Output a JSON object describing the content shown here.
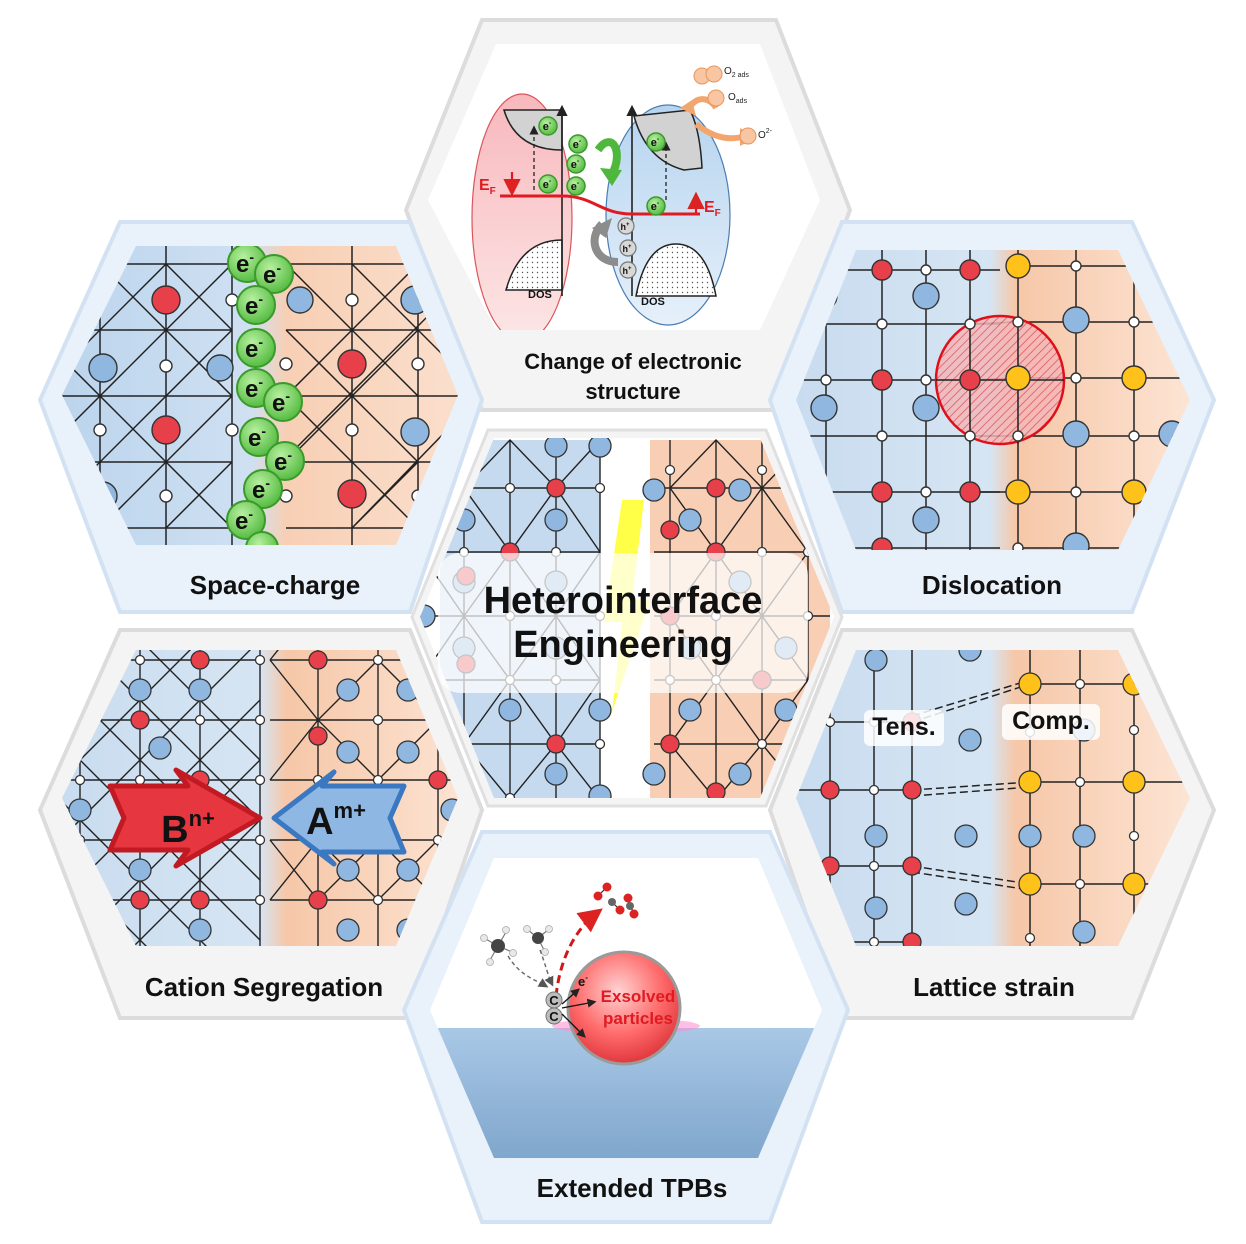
{
  "center": {
    "title_line1": "Heterointerface",
    "title_line2": "Engineering"
  },
  "panels": {
    "electronic": {
      "title_line1": "Change of electronic",
      "title_line2": "structure",
      "dos_left": "DOS",
      "dos_right": "DOS",
      "fermi": "E",
      "fermi_sub": "F",
      "electron": "e",
      "electron_sup": "-",
      "hole": "h",
      "hole_sup": "+",
      "o2_ads": "O",
      "o2_ads_sub": "2 ads",
      "o_ads": "O",
      "o_ads_sub": "ads",
      "o2_minus": "O",
      "o2_minus_sup": "2-"
    },
    "space_charge": {
      "title": "Space-charge",
      "electron": "e",
      "electron_sup": "-"
    },
    "dislocation": {
      "title": "Dislocation"
    },
    "cation_segregation": {
      "title": "Cation Segregation",
      "b_ion": "B",
      "b_sup": "n+",
      "a_ion": "A",
      "a_sup": "m+"
    },
    "lattice_strain": {
      "title": "Lattice strain",
      "tension": "Tens.",
      "compression": "Comp."
    },
    "tpb": {
      "title": "Extended TPBs",
      "particle_line1": "Exsolved",
      "particle_line2": "particles",
      "carbon": "C",
      "electron": "e",
      "electron_sup": "-"
    }
  },
  "colors": {
    "blue_phase": "#aecbe6",
    "orange_phase": "#f5c4a4",
    "red_atom": "#e8404a",
    "blue_atom": "#8fb7df",
    "yellow_atom": "#ffc21a",
    "electron_green": "#5ec24a",
    "hex_frame": "#e6e6e6",
    "hex_frame_blue": "#d8e6f5",
    "lightning": "#ffff33"
  }
}
